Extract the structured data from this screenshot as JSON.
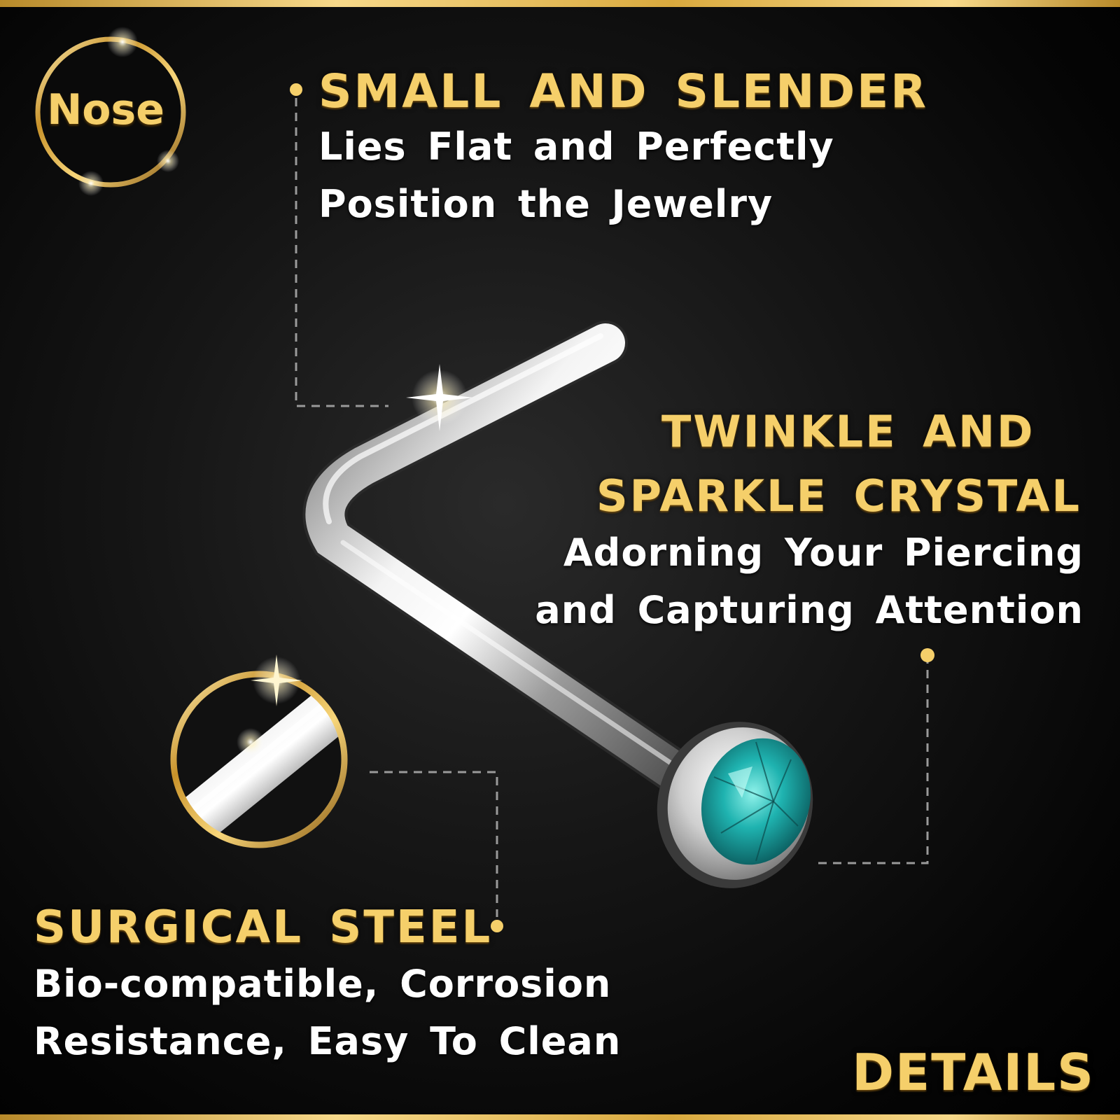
{
  "badge": {
    "label": "Nose"
  },
  "features": {
    "small_slender": {
      "title": "SMALL AND SLENDER",
      "line1": "Lies Flat and Perfectly",
      "line2": "Position the Jewelry"
    },
    "twinkle": {
      "title1": "TWINKLE AND",
      "title2": "SPARKLE CRYSTAL",
      "line1": "Adorning Your Piercing",
      "line2": "and Capturing Attention"
    },
    "steel": {
      "title": "SURGICAL STEEL",
      "line1": "Bio-compatible, Corrosion",
      "line2": "Resistance, Easy To Clean"
    }
  },
  "footer": {
    "label": "DETAILS"
  },
  "colors": {
    "gold": "#f5cf6a",
    "background": "#0a0a0a",
    "crystal": "#1fb3b0",
    "steel": "#d8d8d8"
  }
}
